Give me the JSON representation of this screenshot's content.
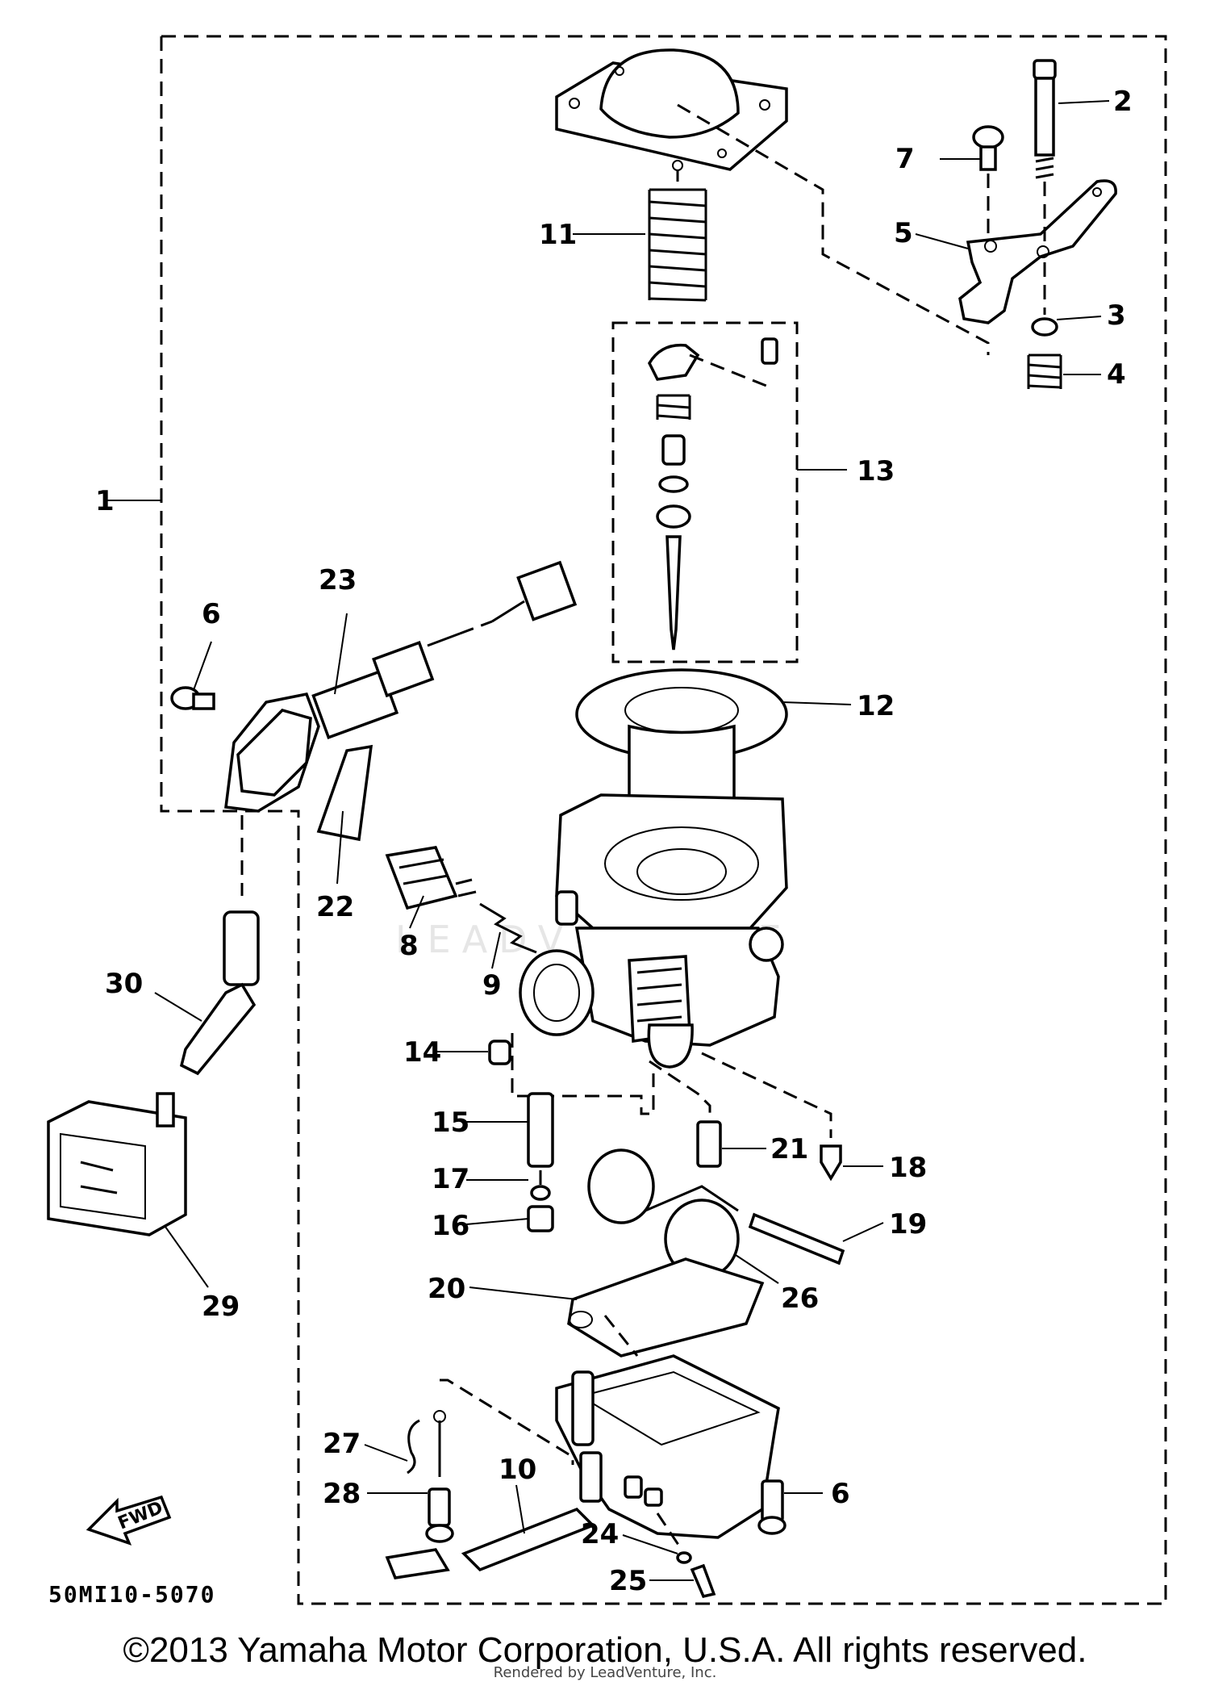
{
  "callouts": {
    "c1": "1",
    "c2": "2",
    "c3": "3",
    "c4": "4",
    "c5": "5",
    "c6a": "6",
    "c6b": "6",
    "c7": "7",
    "c8": "8",
    "c9": "9",
    "c10": "10",
    "c11": "11",
    "c12": "12",
    "c13": "13",
    "c14": "14",
    "c15": "15",
    "c16": "16",
    "c17": "17",
    "c18": "18",
    "c19": "19",
    "c20": "20",
    "c21": "21",
    "c22": "22",
    "c23": "23",
    "c24": "24",
    "c25": "25",
    "c26": "26",
    "c27": "27",
    "c28": "28",
    "c29": "29",
    "c30": "30"
  },
  "diagram_code": "50MI10-5070",
  "fwd_label": "FWD",
  "copyright": "©2013 Yamaha Motor Corporation, U.S.A. All rights reserved.",
  "render_credit": "Rendered by LeadVenture, Inc.",
  "watermark": "LEADVENTURE"
}
